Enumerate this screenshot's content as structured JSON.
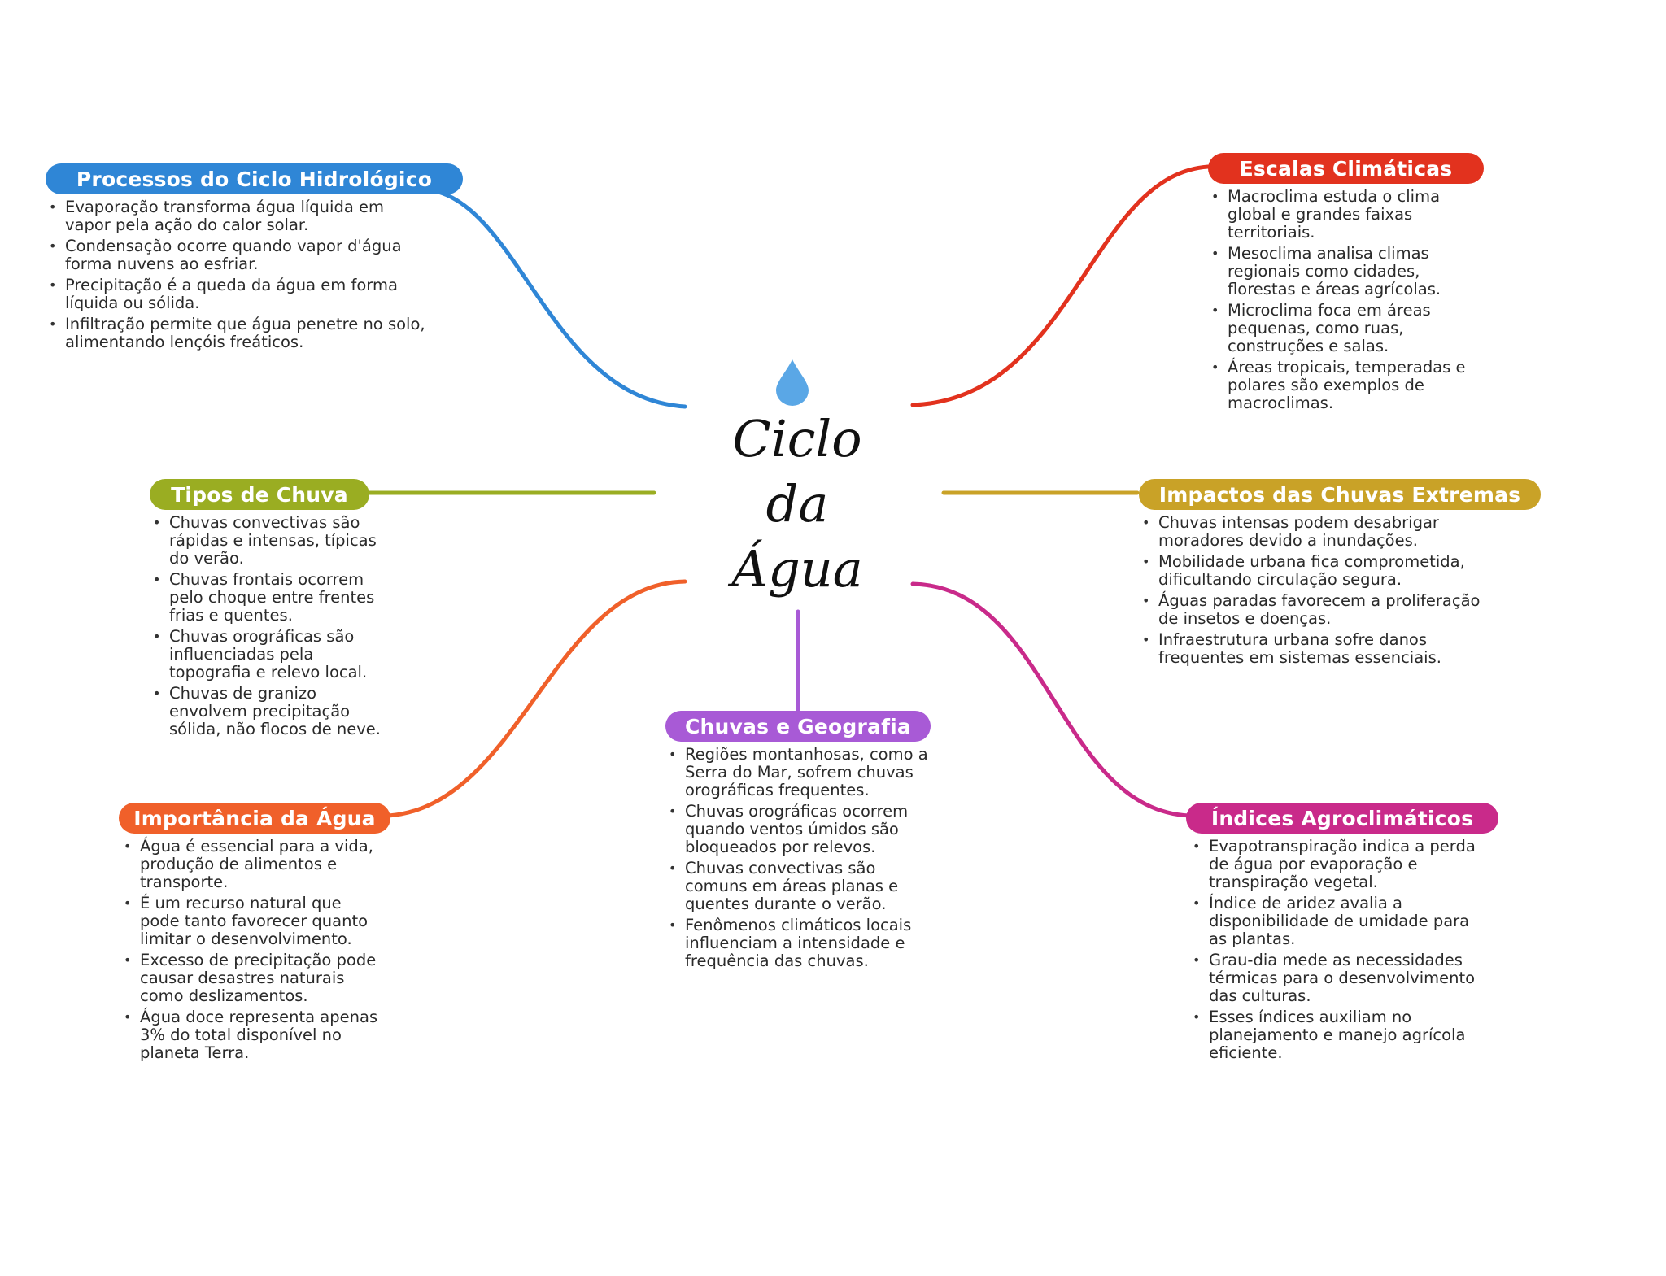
{
  "center": {
    "title_lines": [
      "Ciclo",
      "da",
      "Água"
    ],
    "icon": "water-drop-icon",
    "icon_color": "#5aa7e6"
  },
  "branches": [
    {
      "title": "Processos do Ciclo Hidrológico",
      "color": "#2f86d6",
      "items": [
        "Evaporação transforma água líquida em vapor pela ação do calor solar.",
        "Condensação ocorre quando vapor d'água forma nuvens ao esfriar.",
        "Precipitação é a queda da água em forma líquida ou sólida.",
        "Infiltração permite que água penetre no solo, alimentando lençóis freáticos."
      ]
    },
    {
      "title": "Escalas Climáticas",
      "color": "#e2321e",
      "items": [
        "Macroclima estuda o clima global e grandes faixas territoriais.",
        "Mesoclima analisa climas regionais como cidades, florestas e áreas agrícolas.",
        "Microclima foca em áreas pequenas, como ruas, construções e salas.",
        "Áreas tropicais, temperadas e polares são exemplos de macroclimas."
      ]
    },
    {
      "title": "Tipos de Chuva",
      "color": "#9aad22",
      "items": [
        "Chuvas convectivas são rápidas e intensas, típicas do verão.",
        "Chuvas frontais ocorrem pelo choque entre frentes frias e quentes.",
        "Chuvas orográficas são influenciadas pela topografia e relevo local.",
        "Chuvas de granizo envolvem precipitação sólida, não flocos de neve."
      ]
    },
    {
      "title": "Impactos das Chuvas Extremas",
      "color": "#c9a227",
      "items": [
        "Chuvas intensas podem desabrigar moradores devido a inundações.",
        "Mobilidade urbana fica comprometida, dificultando circulação segura.",
        "Águas paradas favorecem a proliferação de insetos e doenças.",
        "Infraestrutura urbana sofre danos frequentes em sistemas essenciais."
      ]
    },
    {
      "title": "Importância da Água",
      "color": "#f0602a",
      "items": [
        "Água é essencial para a vida, produção de alimentos e transporte.",
        "É um recurso natural que pode tanto favorecer quanto limitar o desenvolvimento.",
        "Excesso de precipitação pode causar desastres naturais como deslizamentos.",
        "Água doce representa apenas 3% do total disponível no planeta Terra."
      ]
    },
    {
      "title": "Chuvas e Geografia",
      "color": "#a85ad6",
      "items": [
        "Regiões montanhosas, como a Serra do Mar, sofrem chuvas orográficas frequentes.",
        "Chuvas orográficas ocorrem quando ventos úmidos são bloqueados por relevos.",
        "Chuvas convectivas são comuns em áreas planas e quentes durante o verão.",
        "Fenômenos climáticos locais influenciam a intensidade e frequência das chuvas."
      ]
    },
    {
      "title": "Índices Agroclimáticos",
      "color": "#c92a8a",
      "items": [
        "Evapotranspiração indica a perda de água por evaporação e transpiração vegetal.",
        "Índice de aridez avalia a disponibilidade de umidade para as plantas.",
        "Grau-dia mede as necessidades térmicas para o desenvolvimento das culturas.",
        "Esses índices auxiliam no planejamento e manejo agrícola eficiente."
      ]
    }
  ]
}
